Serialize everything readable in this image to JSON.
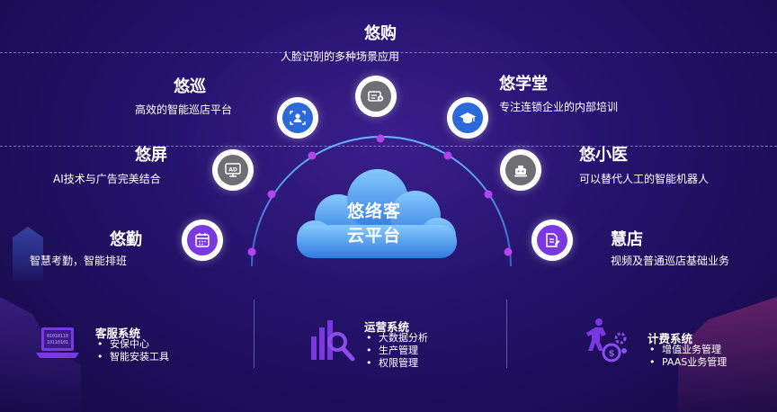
{
  "center": {
    "line1": "悠络客",
    "line2": "云平台"
  },
  "products": [
    {
      "title": "悠勤",
      "desc": "智慧考勤，智能排班",
      "icon": "calendar-icon"
    },
    {
      "title": "悠屏",
      "desc": "AI技术与广告完美结合",
      "icon": "ad-monitor-icon"
    },
    {
      "title": "悠巡",
      "desc": "高效的智能巡店平台",
      "icon": "face-scan-icon"
    },
    {
      "title": "悠购",
      "desc": "人脸识别的多种场景应用",
      "icon": "card-scan-icon"
    },
    {
      "title": "悠学堂",
      "desc": "专注连锁企业的内部培训",
      "icon": "graduation-cap-icon"
    },
    {
      "title": "悠小医",
      "desc": "可以替代人工的智能机器人",
      "icon": "robot-icon"
    },
    {
      "title": "慧店",
      "desc": "视频及普通巡店基础业务",
      "icon": "document-edit-icon"
    }
  ],
  "systems": [
    {
      "title": "客服系统",
      "items": [
        "安保中心",
        "智能安装工具"
      ],
      "icon": "laptop-code-icon"
    },
    {
      "title": "运营系统",
      "items": [
        "大数据分析",
        "生产管理",
        "权限管理"
      ],
      "icon": "bar-chart-search-icon"
    },
    {
      "title": "计费系统",
      "items": [
        "增值业务管理",
        "PAAS业务管理"
      ],
      "icon": "person-coins-gear-icon"
    }
  ],
  "colors": {
    "background": "#24126a",
    "arc": "#4a9ef0",
    "arc_dot": "#b345f0",
    "cloud_light": "#7ec3ff",
    "cloud_dark": "#2f7ae0",
    "system_icon": "#7a38e0"
  }
}
